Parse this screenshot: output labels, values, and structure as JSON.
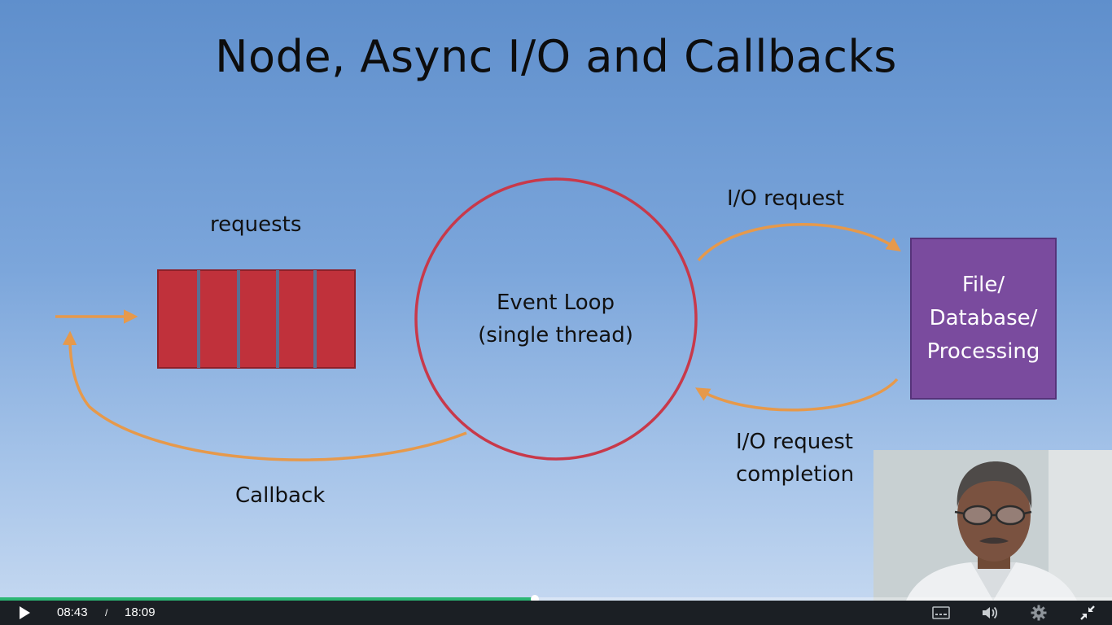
{
  "slide": {
    "title": "Node, Async I/O and Callbacks",
    "labels": {
      "requests": "requests",
      "event_loop_line1": "Event Loop",
      "event_loop_line2": "(single thread)",
      "io_request": "I/O request",
      "io_completion_line1": "I/O request",
      "io_completion_line2": "completion",
      "callback": "Callback",
      "resource_box": "File/\nDatabase/\nProcessing"
    },
    "colors": {
      "queue_fill": "#c0313b",
      "queue_divider": "#5a6f93",
      "circle_stroke": "#c8394a",
      "arrow": "#e6994b",
      "resource_box": "#7a4b9e"
    }
  },
  "player": {
    "current_time": "08:43",
    "separator": "/",
    "duration": "18:09",
    "progress": 0.481,
    "icons": {
      "play": "play-icon",
      "captions": "captions-icon",
      "volume": "volume-icon",
      "settings": "gear-icon",
      "exit_fullscreen": "exit-fullscreen-icon"
    }
  }
}
